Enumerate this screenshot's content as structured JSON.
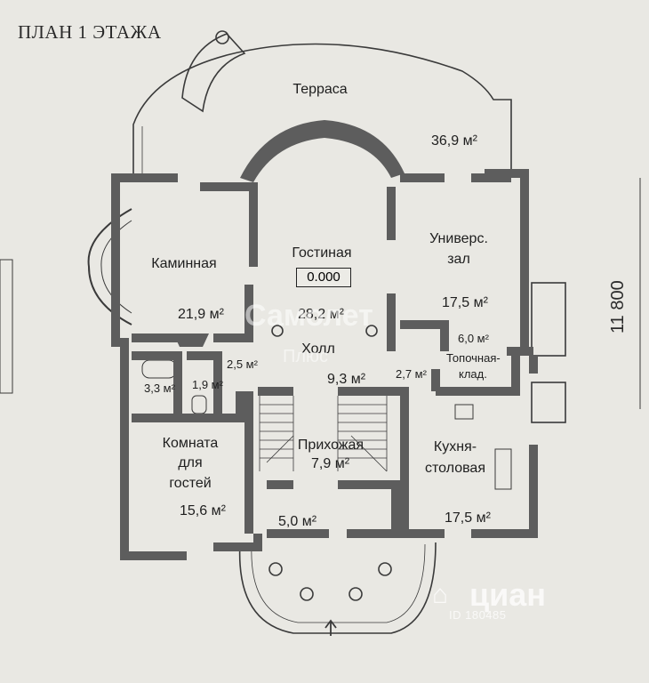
{
  "title": "ПЛАН 1 ЭТАЖА",
  "level_mark": "0.000",
  "dimension": "11 800",
  "rooms": {
    "terrace": {
      "name": "Терраса",
      "area": "36,9 м²"
    },
    "fireplace": {
      "name": "Каминная",
      "area": "21,9 м²"
    },
    "living": {
      "name": "Гостиная",
      "area": "28,2 м²"
    },
    "multi_hall_1": "Универс.",
    "multi_hall_2": "зал",
    "multi_area": "17,5 м²",
    "hall": {
      "name": "Холл",
      "area": "9,3 м²"
    },
    "corridor_area": "2,5 м²",
    "bath1_area": "3,3 м²",
    "bath2_area": "1,9 м²",
    "boiler_1": "Топочная-",
    "boiler_2": "клад.",
    "boiler_area": "6,0 м²",
    "small_area": "2,7 м²",
    "guest_1": "Комната",
    "guest_2": "для",
    "guest_3": "гостей",
    "guest_area": "15,6 м²",
    "entry": {
      "name": "Прихожая",
      "area": "7,9 м²"
    },
    "kitchen_1": "Кухня-",
    "kitchen_2": "столовая",
    "kitchen_area": "17,5 м²",
    "vestibule_area": "5,0 м²"
  },
  "watermarks": {
    "w1": "Самолет",
    "w2": "Плюс",
    "w3": "циан",
    "w3_icon": "⌂",
    "w4": "ID 180485"
  },
  "colors": {
    "wall": "#5d5d5d",
    "line": "#3a3a3a",
    "paper": "#e9e8e3"
  }
}
